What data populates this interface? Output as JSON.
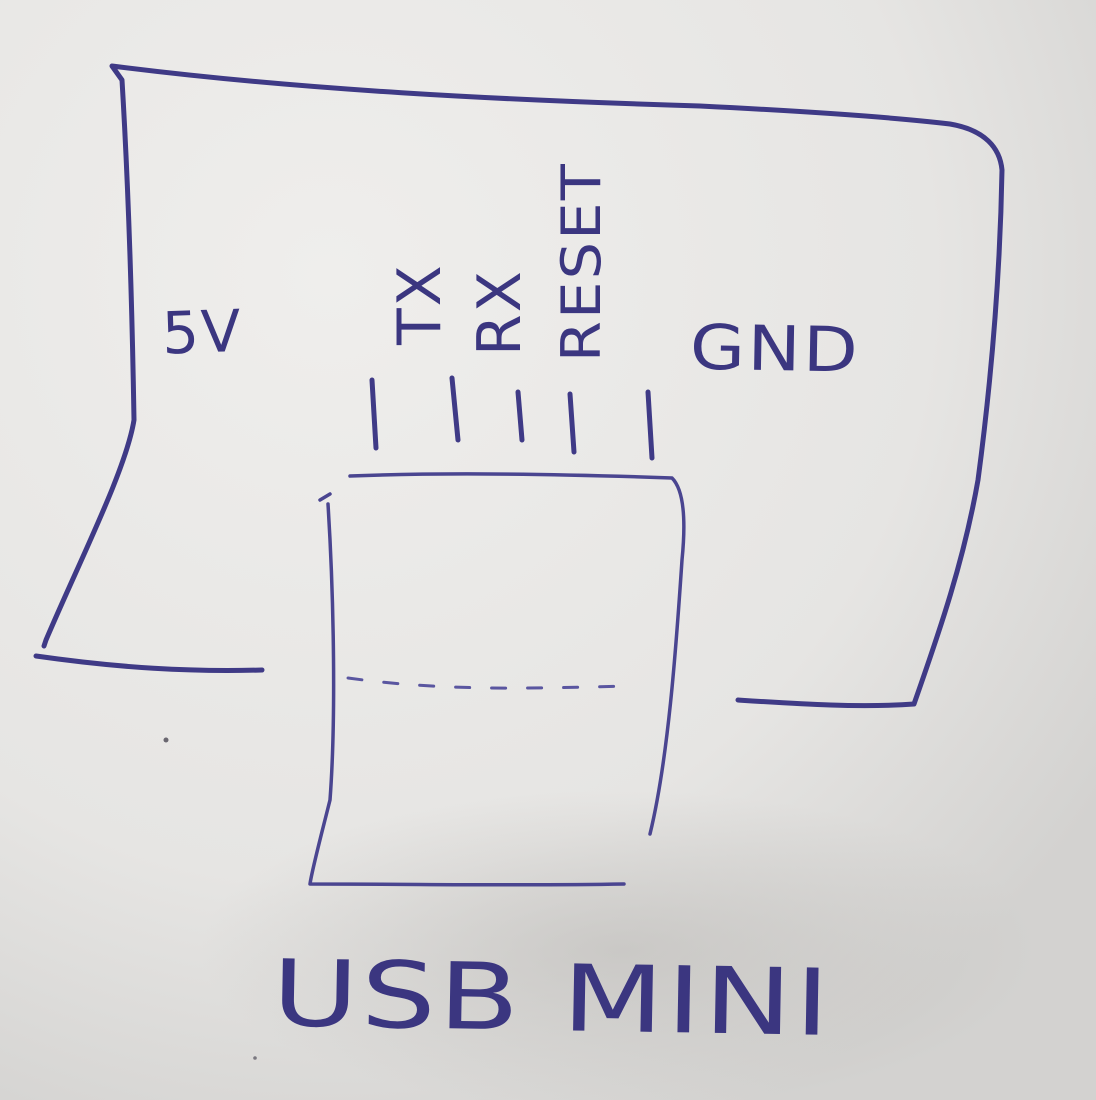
{
  "diagram": {
    "pin_labels": {
      "five_v": "5V",
      "tx": "TX",
      "rx": "RX",
      "reset": "RESET",
      "gnd": "GND"
    },
    "connector_label": "USB MINI",
    "colors": {
      "ink": "#3f3a86",
      "paper": "#e9e8e6"
    }
  }
}
